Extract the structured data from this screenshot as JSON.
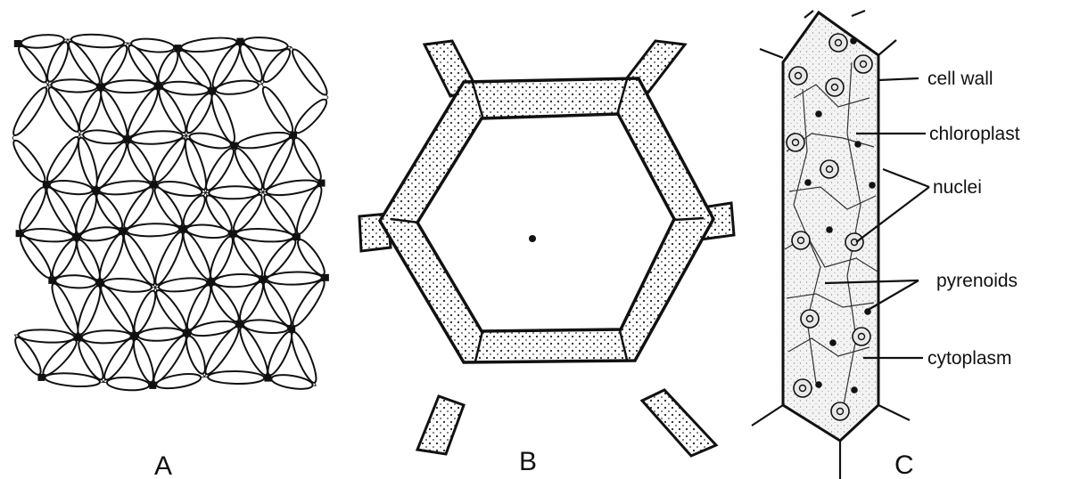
{
  "panels": [
    {
      "letter": "A"
    },
    {
      "letter": "B"
    },
    {
      "letter": "C"
    }
  ],
  "labels": {
    "cell_wall": "cell wall",
    "chloroplast": "chloroplast",
    "nuclei": "nuclei",
    "pyrenoids": "pyrenoids",
    "cytoplasm": "cytoplasm"
  },
  "colors": {
    "ink": "#111111",
    "background": "#ffffff"
  }
}
